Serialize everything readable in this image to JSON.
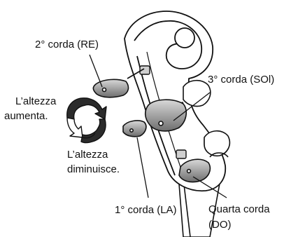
{
  "labels": {
    "string_2": "2° corda (RE)",
    "string_3": "3° corda (SOl)",
    "string_1": "1° corda (LA)",
    "string_4_line1": "Quarta corda",
    "string_4_line2": "(DO)",
    "pitch_up_line1": "L’altezza",
    "pitch_up_line2": "aumenta.",
    "pitch_down_line1": "L’altezza",
    "pitch_down_line2": "diminuisce."
  },
  "colors": {
    "ink": "#111111",
    "fill_light": "#ffffff",
    "fill_shade": "#9a9a9a",
    "fill_dark": "#2b2b2b"
  }
}
